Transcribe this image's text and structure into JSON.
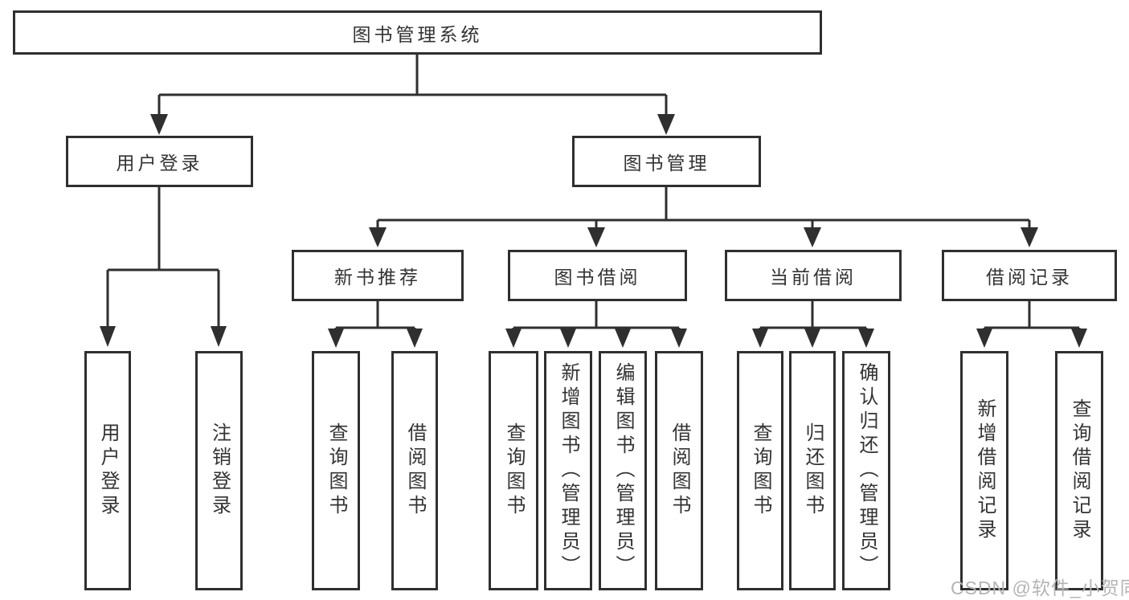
{
  "colors": {
    "line": "#2f2f2f",
    "text": "#333333",
    "watermark": "#b4b4b4",
    "background": "#ffffff"
  },
  "watermark": {
    "text": "CSDN @软件_小贺同学"
  },
  "tree": {
    "label": "图书管理系统",
    "children": [
      {
        "label": "用户登录",
        "children": [
          {
            "label": "用户登录"
          },
          {
            "label": "注销登录"
          }
        ]
      },
      {
        "label": "图书管理",
        "children": [
          {
            "label": "新书推荐",
            "children": [
              {
                "label": "查询图书"
              },
              {
                "label": "借阅图书"
              }
            ]
          },
          {
            "label": "图书借阅",
            "children": [
              {
                "label": "查询图书"
              },
              {
                "label": "新增图书（管理员）"
              },
              {
                "label": "编辑图书（管理员）"
              },
              {
                "label": "借阅图书"
              }
            ]
          },
          {
            "label": "当前借阅",
            "children": [
              {
                "label": "查询图书"
              },
              {
                "label": "归还图书"
              },
              {
                "label": "确认归还（管理员）"
              }
            ]
          },
          {
            "label": "借阅记录",
            "children": [
              {
                "label": "新增借阅记录"
              },
              {
                "label": "查询借阅记录"
              }
            ]
          }
        ]
      }
    ]
  }
}
